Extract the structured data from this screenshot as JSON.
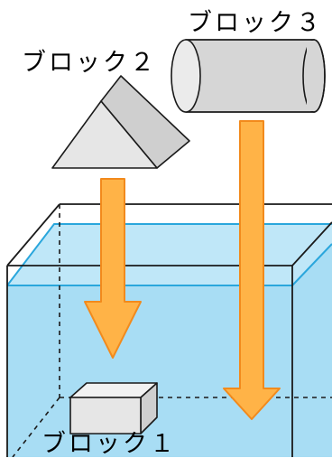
{
  "labels": {
    "block1": "ブロック１",
    "block2": "ブロック２",
    "block3": "ブロック３"
  },
  "colors": {
    "water": "#a8ddf4",
    "water_surface": "#2aa6dc",
    "arrow_fill": "#ffb347",
    "arrow_stroke": "#f28a1c",
    "block_fill": "#e6e6e6",
    "block_shade": "#cfcfcf",
    "outline": "#1a1a1a"
  }
}
